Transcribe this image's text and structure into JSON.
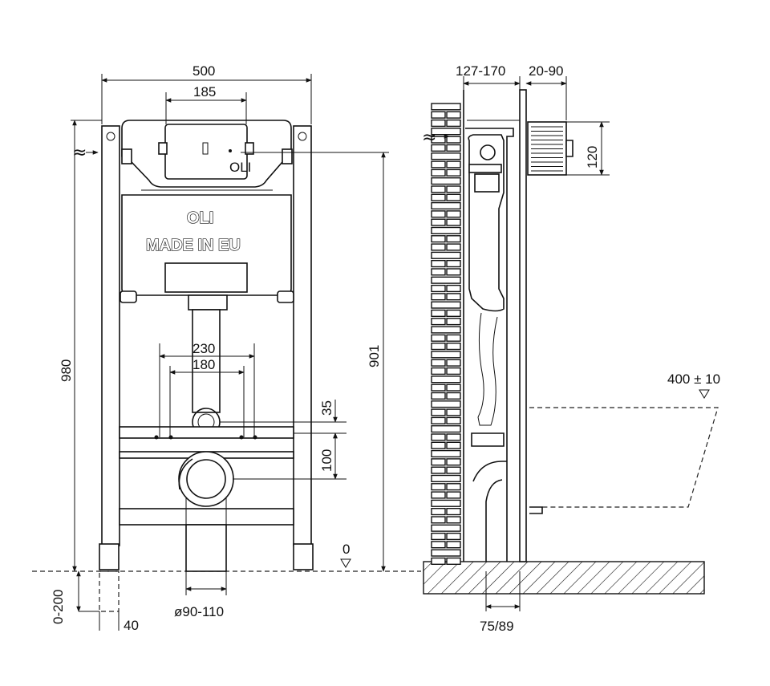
{
  "front": {
    "dimensions": {
      "width_total": "500",
      "plate_width": "185",
      "height_total": "980",
      "height_actuator": "901",
      "spacing_outer": "230",
      "spacing_inner": "180",
      "gap_small": "35",
      "gap_drain": "100",
      "floor_level": "0",
      "floor_adjust": "0-200",
      "foot_offset": "40",
      "drain_diameter": "ø90-110"
    },
    "brand": "OLI",
    "made_in": "MADE IN EU",
    "plate_label": "OLI"
  },
  "side": {
    "dimensions": {
      "wall_depth": "127-170",
      "box_depth": "20-90",
      "box_height": "120",
      "bowl_height": "400 ± 10",
      "drain_offset": "75/89"
    }
  }
}
